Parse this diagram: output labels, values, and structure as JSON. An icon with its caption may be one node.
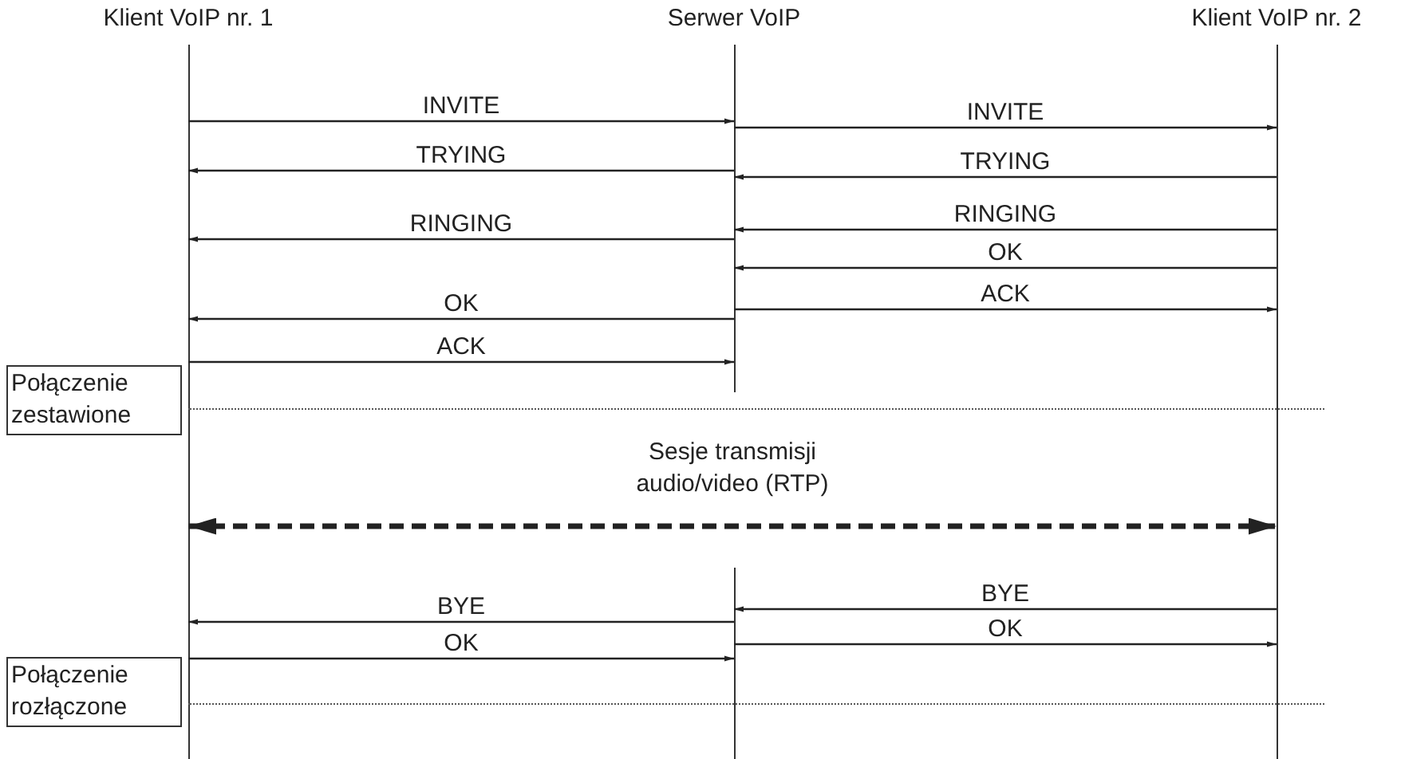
{
  "diagram": {
    "nodes": [
      {
        "text": [
          "Klient VoIP nr. 1"
        ]
      },
      {
        "text": [
          "Serwer VoIP"
        ]
      },
      {
        "text": [
          "Klient VoIP nr. 2"
        ]
      },
      {
        "text": [
          "Połączenie zestawione"
        ]
      },
      {
        "text": [
          "Połączenie rozłączone"
        ]
      }
    ],
    "edges": [
      {
        "from": 0,
        "to": 1,
        "arrow": "to",
        "label": "INVITE"
      },
      {
        "from": 1,
        "to": 2,
        "arrow": "to",
        "label": "INVITE"
      },
      {
        "from": 1,
        "to": 0,
        "arrow": "to",
        "label": "TRYING"
      },
      {
        "from": 2,
        "to": 1,
        "arrow": "to",
        "label": "TRYING"
      },
      {
        "from": 2,
        "to": 1,
        "arrow": "to",
        "label": "RINGING"
      },
      {
        "from": 1,
        "to": 0,
        "arrow": "to",
        "label": "RINGING"
      },
      {
        "from": 2,
        "to": 1,
        "arrow": "to",
        "label": "OK"
      },
      {
        "from": 1,
        "to": 2,
        "arrow": "to",
        "label": "ACK"
      },
      {
        "from": 1,
        "to": 0,
        "arrow": "to",
        "label": "OK"
      },
      {
        "from": 0,
        "to": 1,
        "arrow": "to",
        "label": "ACK"
      },
      {
        "from": 0,
        "to": 2,
        "arrow": "both",
        "label": "Sesje transmisji audio/video (RTP)",
        "style": "dashed"
      },
      {
        "from": 2,
        "to": 1,
        "arrow": "to",
        "label": "BYE"
      },
      {
        "from": 1,
        "to": 0,
        "arrow": "to",
        "label": "BYE"
      },
      {
        "from": 1,
        "to": 2,
        "arrow": "to",
        "label": "OK"
      },
      {
        "from": 0,
        "to": 1,
        "arrow": "to",
        "label": "OK"
      }
    ]
  }
}
